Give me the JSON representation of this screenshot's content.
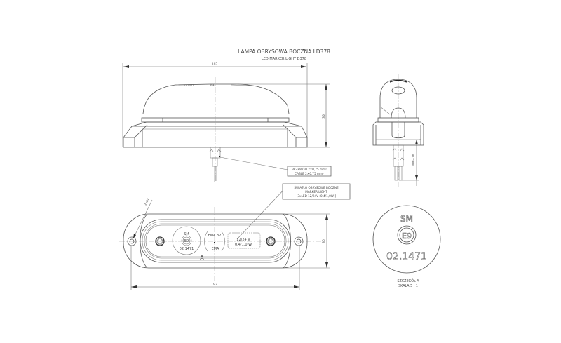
{
  "title": {
    "main": "LAMPA OBRYSOWA BOCZNA LD378",
    "sub": "LED MARKER LIGHT D378"
  },
  "dimensions": {
    "front_width": "103",
    "front_height": "35",
    "top_width": "93",
    "top_height": "30",
    "hole_diameter": "2x∅4",
    "cable_length": "400±10"
  },
  "callouts": {
    "cable": [
      "PRZEWÓD 2×0,75 mm²",
      "CABLE 2×0,75 mm²"
    ],
    "light": [
      "ŚWIATŁO OBRYSOWE BOCZNE",
      "MARKER LIGHT",
      "[3xLED 12/24V (0,4/1,0W)]"
    ]
  },
  "lamp_markings": {
    "sm": "SM",
    "e_mark": "E9",
    "approval": "02.1471",
    "ema_top": "EMA 32",
    "ema_bottom": "EMA",
    "voltage": "12/24 V",
    "power": "0,4/1,0 W",
    "detail_ref": "A",
    "dome_text_1": "02.1471",
    "dome_text_2": "EMA"
  },
  "detail": {
    "sm": "SM",
    "e_mark": "E9",
    "approval": "02.1471",
    "caption_1": "SZCZEGÓŁ A",
    "caption_2": "SKALA 5 : 1"
  }
}
